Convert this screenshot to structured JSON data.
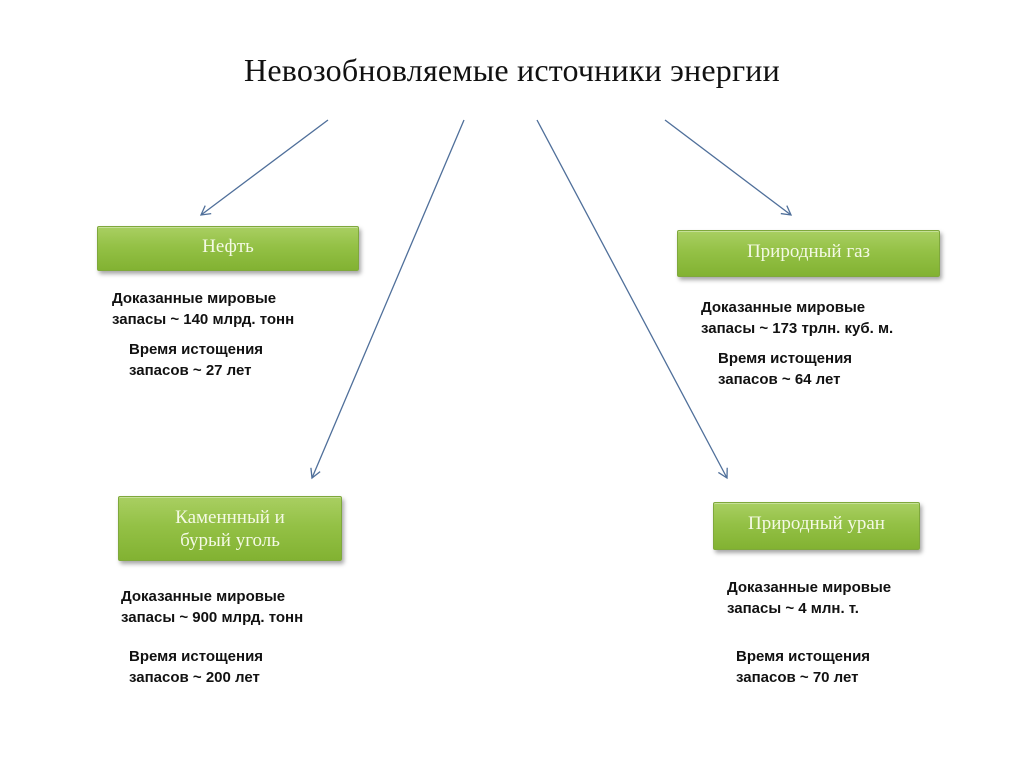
{
  "title": "Невозобновляемые источники энергии",
  "colors": {
    "box_fill": "#94c146",
    "box_text": "#f4f9e4",
    "arrow": "#4f6f9a",
    "text": "#111111"
  },
  "sources": [
    {
      "id": "oil",
      "name_lines": [
        "Нефть"
      ],
      "reserves_lines": [
        "Доказанные мировые",
        "запасы ~ 140 млрд. тонн"
      ],
      "depletion_lines": [
        "Время истощения",
        "запасов ~ 27 лет"
      ]
    },
    {
      "id": "gas",
      "name_lines": [
        "Природный газ"
      ],
      "reserves_lines": [
        "Доказанные мировые",
        "запасы ~ 173 трлн. куб. м."
      ],
      "depletion_lines": [
        "Время истощения",
        "запасов ~ 64 лет"
      ]
    },
    {
      "id": "coal",
      "name_lines": [
        "Каменнный и",
        "бурый уголь"
      ],
      "reserves_lines": [
        "Доказанные мировые",
        "запасы ~ 900 млрд. тонн"
      ],
      "depletion_lines": [
        "Время истощения",
        "запасов ~ 200 лет"
      ]
    },
    {
      "id": "uranium",
      "name_lines": [
        "Природный уран"
      ],
      "reserves_lines": [
        "Доказанные мировые",
        "запасы ~ 4 млн. т."
      ],
      "depletion_lines": [
        "Время истощения",
        "запасов ~ 70 лет"
      ]
    }
  ],
  "connections": [
    {
      "from": "title",
      "to": "oil"
    },
    {
      "from": "title",
      "to": "coal"
    },
    {
      "from": "title",
      "to": "uranium"
    },
    {
      "from": "title",
      "to": "gas"
    }
  ]
}
